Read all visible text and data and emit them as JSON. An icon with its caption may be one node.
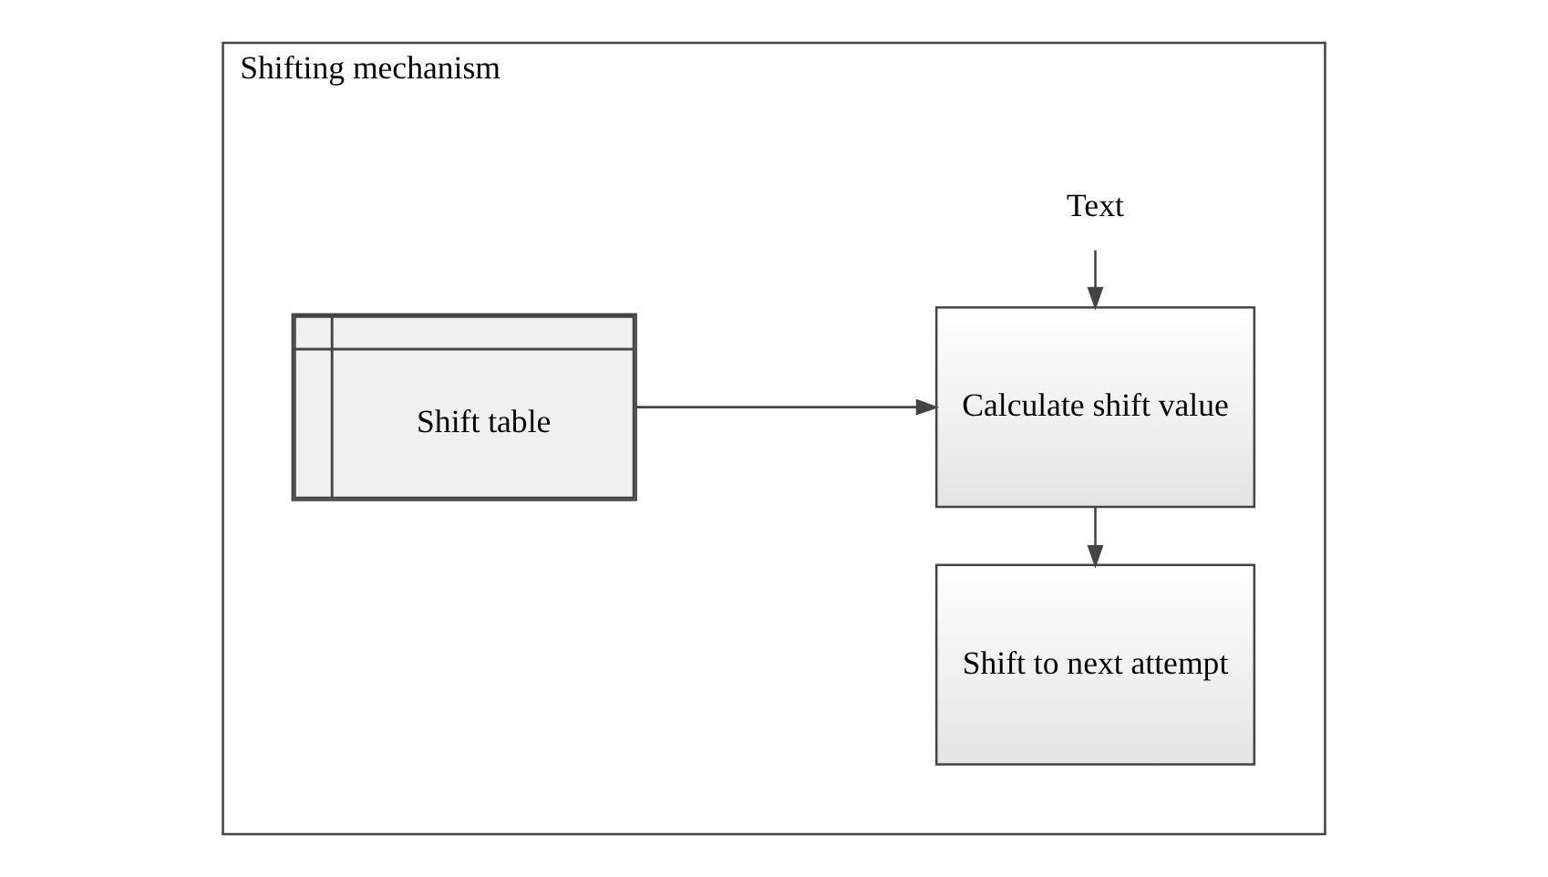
{
  "diagram": {
    "nodes": [
      {
        "text": [
          "Shifting mechanism"
        ]
      },
      {
        "text": [
          "Text"
        ],
        "in": 0
      },
      {
        "text": [
          "Calculate shift value"
        ],
        "in": 0
      },
      {
        "text": [
          "Shift table"
        ],
        "in": 0
      },
      {
        "text": [
          "Shift to next attempt"
        ],
        "in": 0
      }
    ],
    "edges": [
      {
        "from": 1,
        "to": 2,
        "arrow": "to"
      },
      {
        "from": 3,
        "to": 2,
        "arrow": "to"
      },
      {
        "from": 2,
        "to": 4,
        "arrow": "to"
      }
    ]
  }
}
